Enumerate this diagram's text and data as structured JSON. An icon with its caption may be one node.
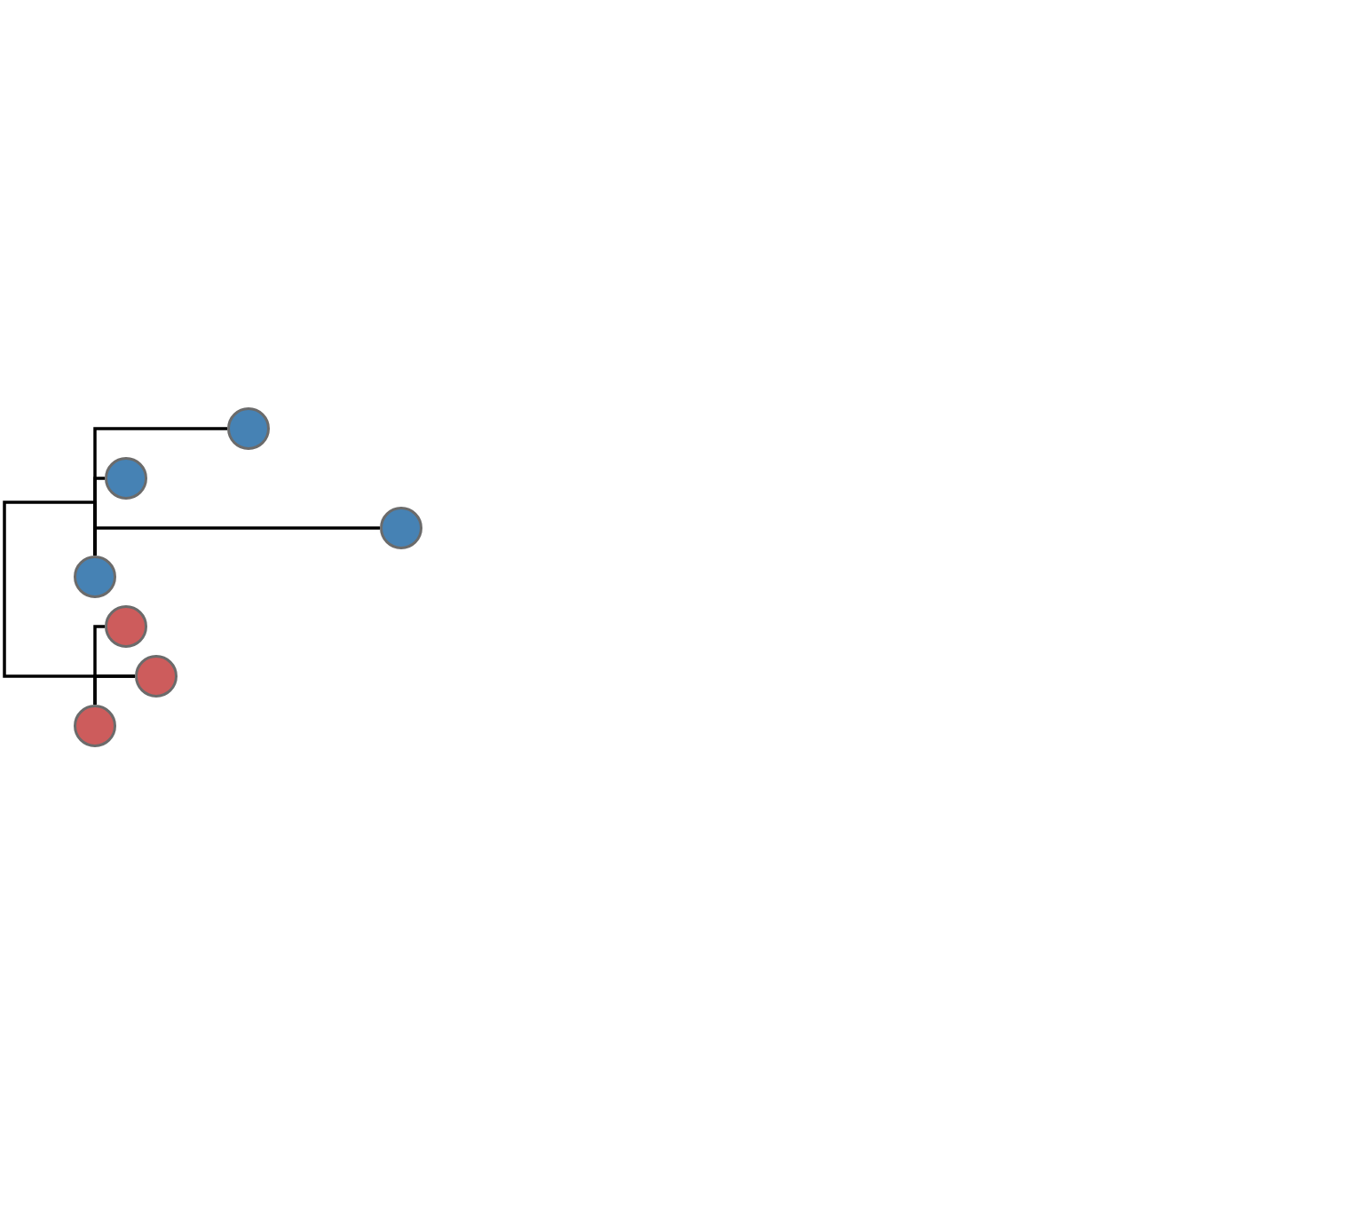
{
  "diagram": {
    "nodes": [
      {
        "text": [],
        "shape": "circle"
      },
      {
        "text": [],
        "shape": "circle"
      },
      {
        "text": [],
        "shape": "circle"
      },
      {
        "text": [],
        "shape": "circle"
      },
      {
        "text": [],
        "shape": "circle"
      },
      {
        "text": [],
        "shape": "circle"
      },
      {
        "text": [],
        "shape": "circle"
      }
    ],
    "edges": [
      {
        "from": 3,
        "to": 0,
        "arrow": "none"
      },
      {
        "from": 3,
        "to": 1,
        "arrow": "none"
      },
      {
        "from": 3,
        "to": 2,
        "arrow": "none"
      },
      {
        "from": 3,
        "to": 5,
        "arrow": "none"
      },
      {
        "from": 6,
        "to": 4,
        "arrow": "none"
      },
      {
        "from": 6,
        "to": 5,
        "arrow": "none"
      }
    ]
  }
}
